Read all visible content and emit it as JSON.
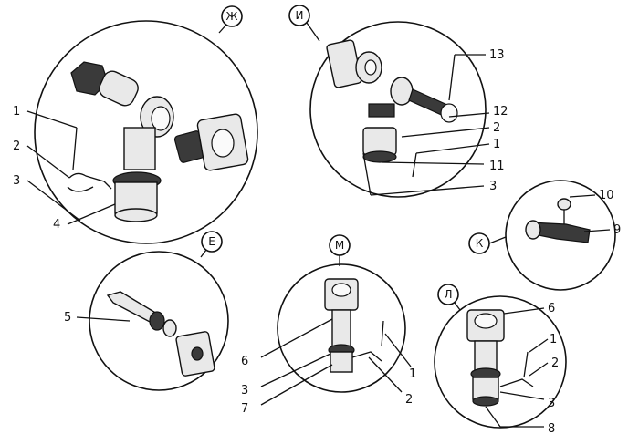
{
  "views": [
    {
      "id": "zh",
      "letter": "Ж",
      "callouts": [
        "1",
        "2",
        "3",
        "4"
      ]
    },
    {
      "id": "i",
      "letter": "И",
      "callouts": [
        "13",
        "12",
        "2",
        "1",
        "11",
        "3"
      ]
    },
    {
      "id": "e",
      "letter": "Е",
      "callouts": [
        "5"
      ]
    },
    {
      "id": "m",
      "letter": "М",
      "callouts": [
        "6",
        "3",
        "7",
        "1",
        "2"
      ]
    },
    {
      "id": "k",
      "letter": "К",
      "callouts": [
        "10",
        "9"
      ]
    },
    {
      "id": "l",
      "letter": "Л",
      "callouts": [
        "6",
        "1",
        "2",
        "3",
        "8"
      ]
    }
  ]
}
